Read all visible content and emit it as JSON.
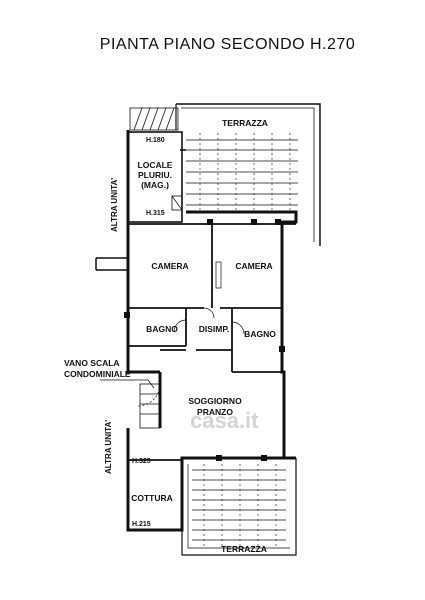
{
  "title": "PIANTA PIANO SECONDO H.270",
  "rooms": {
    "terrazza_top": "TERRAZZA",
    "locale_pluriuso": [
      "LOCALE",
      "PLURIU.",
      "(MAG.)"
    ],
    "camera_left": "CAMERA",
    "camera_right": "CAMERA",
    "bagno_left": "BAGNO",
    "disimpegno": "DISIMP.",
    "bagno_right": "BAGNO",
    "soggiorno": [
      "SOGGIORNO",
      "PRANZO"
    ],
    "cottura": "COTTURA",
    "terrazza_bottom": "TERRAZZA"
  },
  "heights": {
    "h180": "H.180",
    "h315": "H.315",
    "h325": "H.325",
    "h215": "H.215"
  },
  "labels": {
    "altra_unita_top": "ALTRA UNITA'",
    "altra_unita_bottom": "ALTRA UNITA'",
    "vano_scala": [
      "VANO SCALA",
      "CONDOMINIALE"
    ]
  },
  "watermark": "casa.it"
}
